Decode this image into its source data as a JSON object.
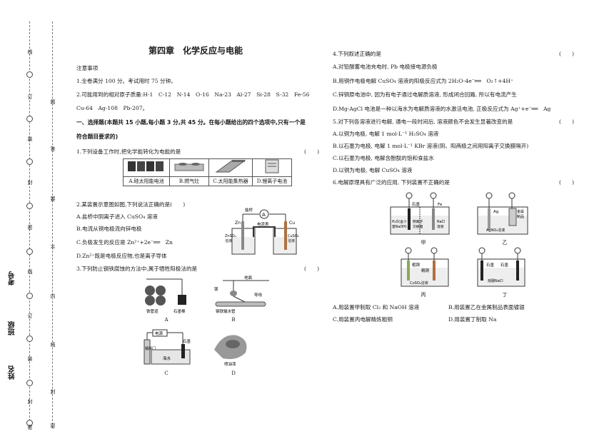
{
  "binding": {
    "seal_left": [
      "线",
      "订",
      "装",
      "封",
      "密",
      "线",
      "订",
      "装",
      "封",
      "密"
    ],
    "seal_right": [
      "题",
      "答",
      "要",
      "不",
      "内",
      "线",
      "封",
      "密"
    ],
    "student_fields": [
      "考号",
      "班级",
      "姓名"
    ]
  },
  "header": {
    "title": "第四章　化学反应与电能"
  },
  "notes": {
    "heading": "注意事项",
    "line1": "1.全卷满分 100 分。考试用时 75 分钟。",
    "line2": "2.可能用到的相对原子质量:H-1　C-12　N-14　O-16　Na-23　Al-27　Si-28　S-32　Fe-56",
    "line3": "Cu-64　Ag-108　Pb-207。"
  },
  "section1": {
    "line1": "一、选择题(本题共 15 小题,每小题 3 分,共 45 分。在每小题给出的四个选项中,只有一个是",
    "line2": "符合题目要求的)"
  },
  "paren": "(　　)",
  "q1": {
    "stem": "1.下列设备工作时,把化学能转化为电能的是",
    "options": [
      "A.硅太阳能电池",
      "B.燃气灶",
      "C.太阳能集热器",
      "D.锂离子电池"
    ]
  },
  "q2": {
    "stem": "2.某装置示意图如图,下列说法正确的是(　　)",
    "A": "A.盐桥中阴离子进入 CuSO₄ 溶液",
    "B": "B.电流从铜电极流向锌电极",
    "C": "C.负极发生的反应是 Zn²⁺+2e⁻══　Zn",
    "D": "D.Zn²⁺既是电极反应物,也是离子导体",
    "fig": {
      "bridge": "盐桥",
      "ammeter": "A",
      "ammeter_label": "电流表",
      "zn": "Zn",
      "cu": "Cu",
      "sol_left1": "ZnSO₄",
      "sol_left2": "溶液",
      "sol_right1": "CuSO₄",
      "sol_right2": "溶液"
    }
  },
  "q3": {
    "stem": "3.下列防止钢铁腐蚀的方法中,属于牺牲阳极法的是",
    "figA": {
      "l1": "铁管道",
      "l2": "石墨棒",
      "cap": "A"
    },
    "figB": {
      "l1": "地面",
      "l2": "镁",
      "l3": "导线",
      "l4": "钢铁输水管",
      "cap": "B"
    },
    "figC": {
      "l1": "电源",
      "l2": "钢闸门",
      "l3": "海水",
      "l4": "石墨",
      "cap": "C"
    },
    "figD": {
      "l1": "喷油漆",
      "cap": "D"
    }
  },
  "q4": {
    "stem": "4.下列叙述正确的是",
    "A": "A.对铅酸蓄电池充电时, Pb 电极接电源负极",
    "B": "B.用铜作电极电解 CuSO₄ 溶液的阳极反应式为 2H₂O-4e⁻══　O₂↑+4H⁺",
    "C": "C.锌铜原电池中, 因为有电子通过电解质溶液, 形成闭合回路, 所以有电流产生",
    "D": "D.Mg-AgCl 电池是一种以海水为电解质溶液的水激活电池, 正极反应式为 Ag⁺+e⁻══　Ag"
  },
  "q5": {
    "stem": "5.对下列各溶液进行电解, 通电一段时间后, 溶液颜色不会发生显著改变的是",
    "A": "A.以铜为电极, 电解 1 mol·L⁻¹ H₂SO₄ 溶液",
    "B": "B.以石墨为电极, 电解 1 mol·L⁻¹ KBr 溶液(阴、阳两极之间用阳离子交换膜隔开)",
    "C": "C.以石墨为电极, 电解含酚酞的饱和食盐水",
    "D": "D.以铜为电极, 电解 CuSO₄ 溶液"
  },
  "q6": {
    "stem": "6.电解原理具有广泛的应用, 下列装置不正确的是",
    "jia": {
      "l1": "石墨",
      "l2": "Fe",
      "l3": "H₂O(含少",
      "l4": "量NaOH)",
      "l5": "阴离子",
      "l6": "交换膜",
      "l7": "NaCl",
      "l8": "溶液",
      "cap": "甲"
    },
    "yi": {
      "l1": "Ag",
      "l2": "金属",
      "l3": "制品",
      "l4": "AgNO₃溶液",
      "cap": "乙"
    },
    "bing": {
      "l1": "粗铜",
      "l2": "精铜",
      "l3": "CuSO₄溶液",
      "cap": "丙"
    },
    "ding": {
      "l1": "石墨",
      "l2": "石墨",
      "l3": "熔融NaCl",
      "cap": "丁"
    },
    "A": "A.用装置甲制取 Cl₂ 和 NaOH 溶液",
    "B": "B.用装置乙在金属制品表面镀银",
    "C": "C.用装置丙电解精炼粗铜",
    "D": "D.用装置丁制取 Na"
  }
}
